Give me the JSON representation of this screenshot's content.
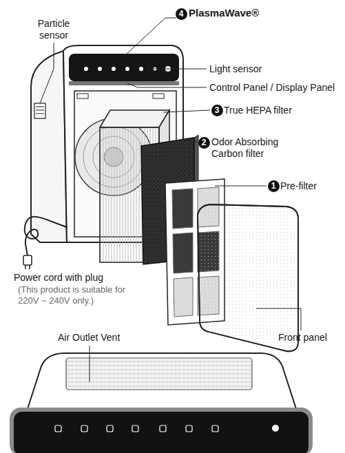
{
  "diagram": {
    "nodes": [
      {
        "text": [
          "4"
        ]
      },
      {
        "text": [
          "3"
        ]
      },
      {
        "text": [
          "2"
        ]
      },
      {
        "text": [
          "1"
        ]
      }
    ],
    "labels": [
      "Particle sensor",
      "PlasmaWave®",
      "Light sensor",
      "Control Panel / Display Panel",
      "True HEPA filter",
      "Odor Absorbing Carbon filter",
      "Pre-filter",
      "Power cord with plug",
      "(This product is suitable for 220V ~ 240V only.)",
      "Front panel",
      "Air Outlet Vent"
    ]
  }
}
